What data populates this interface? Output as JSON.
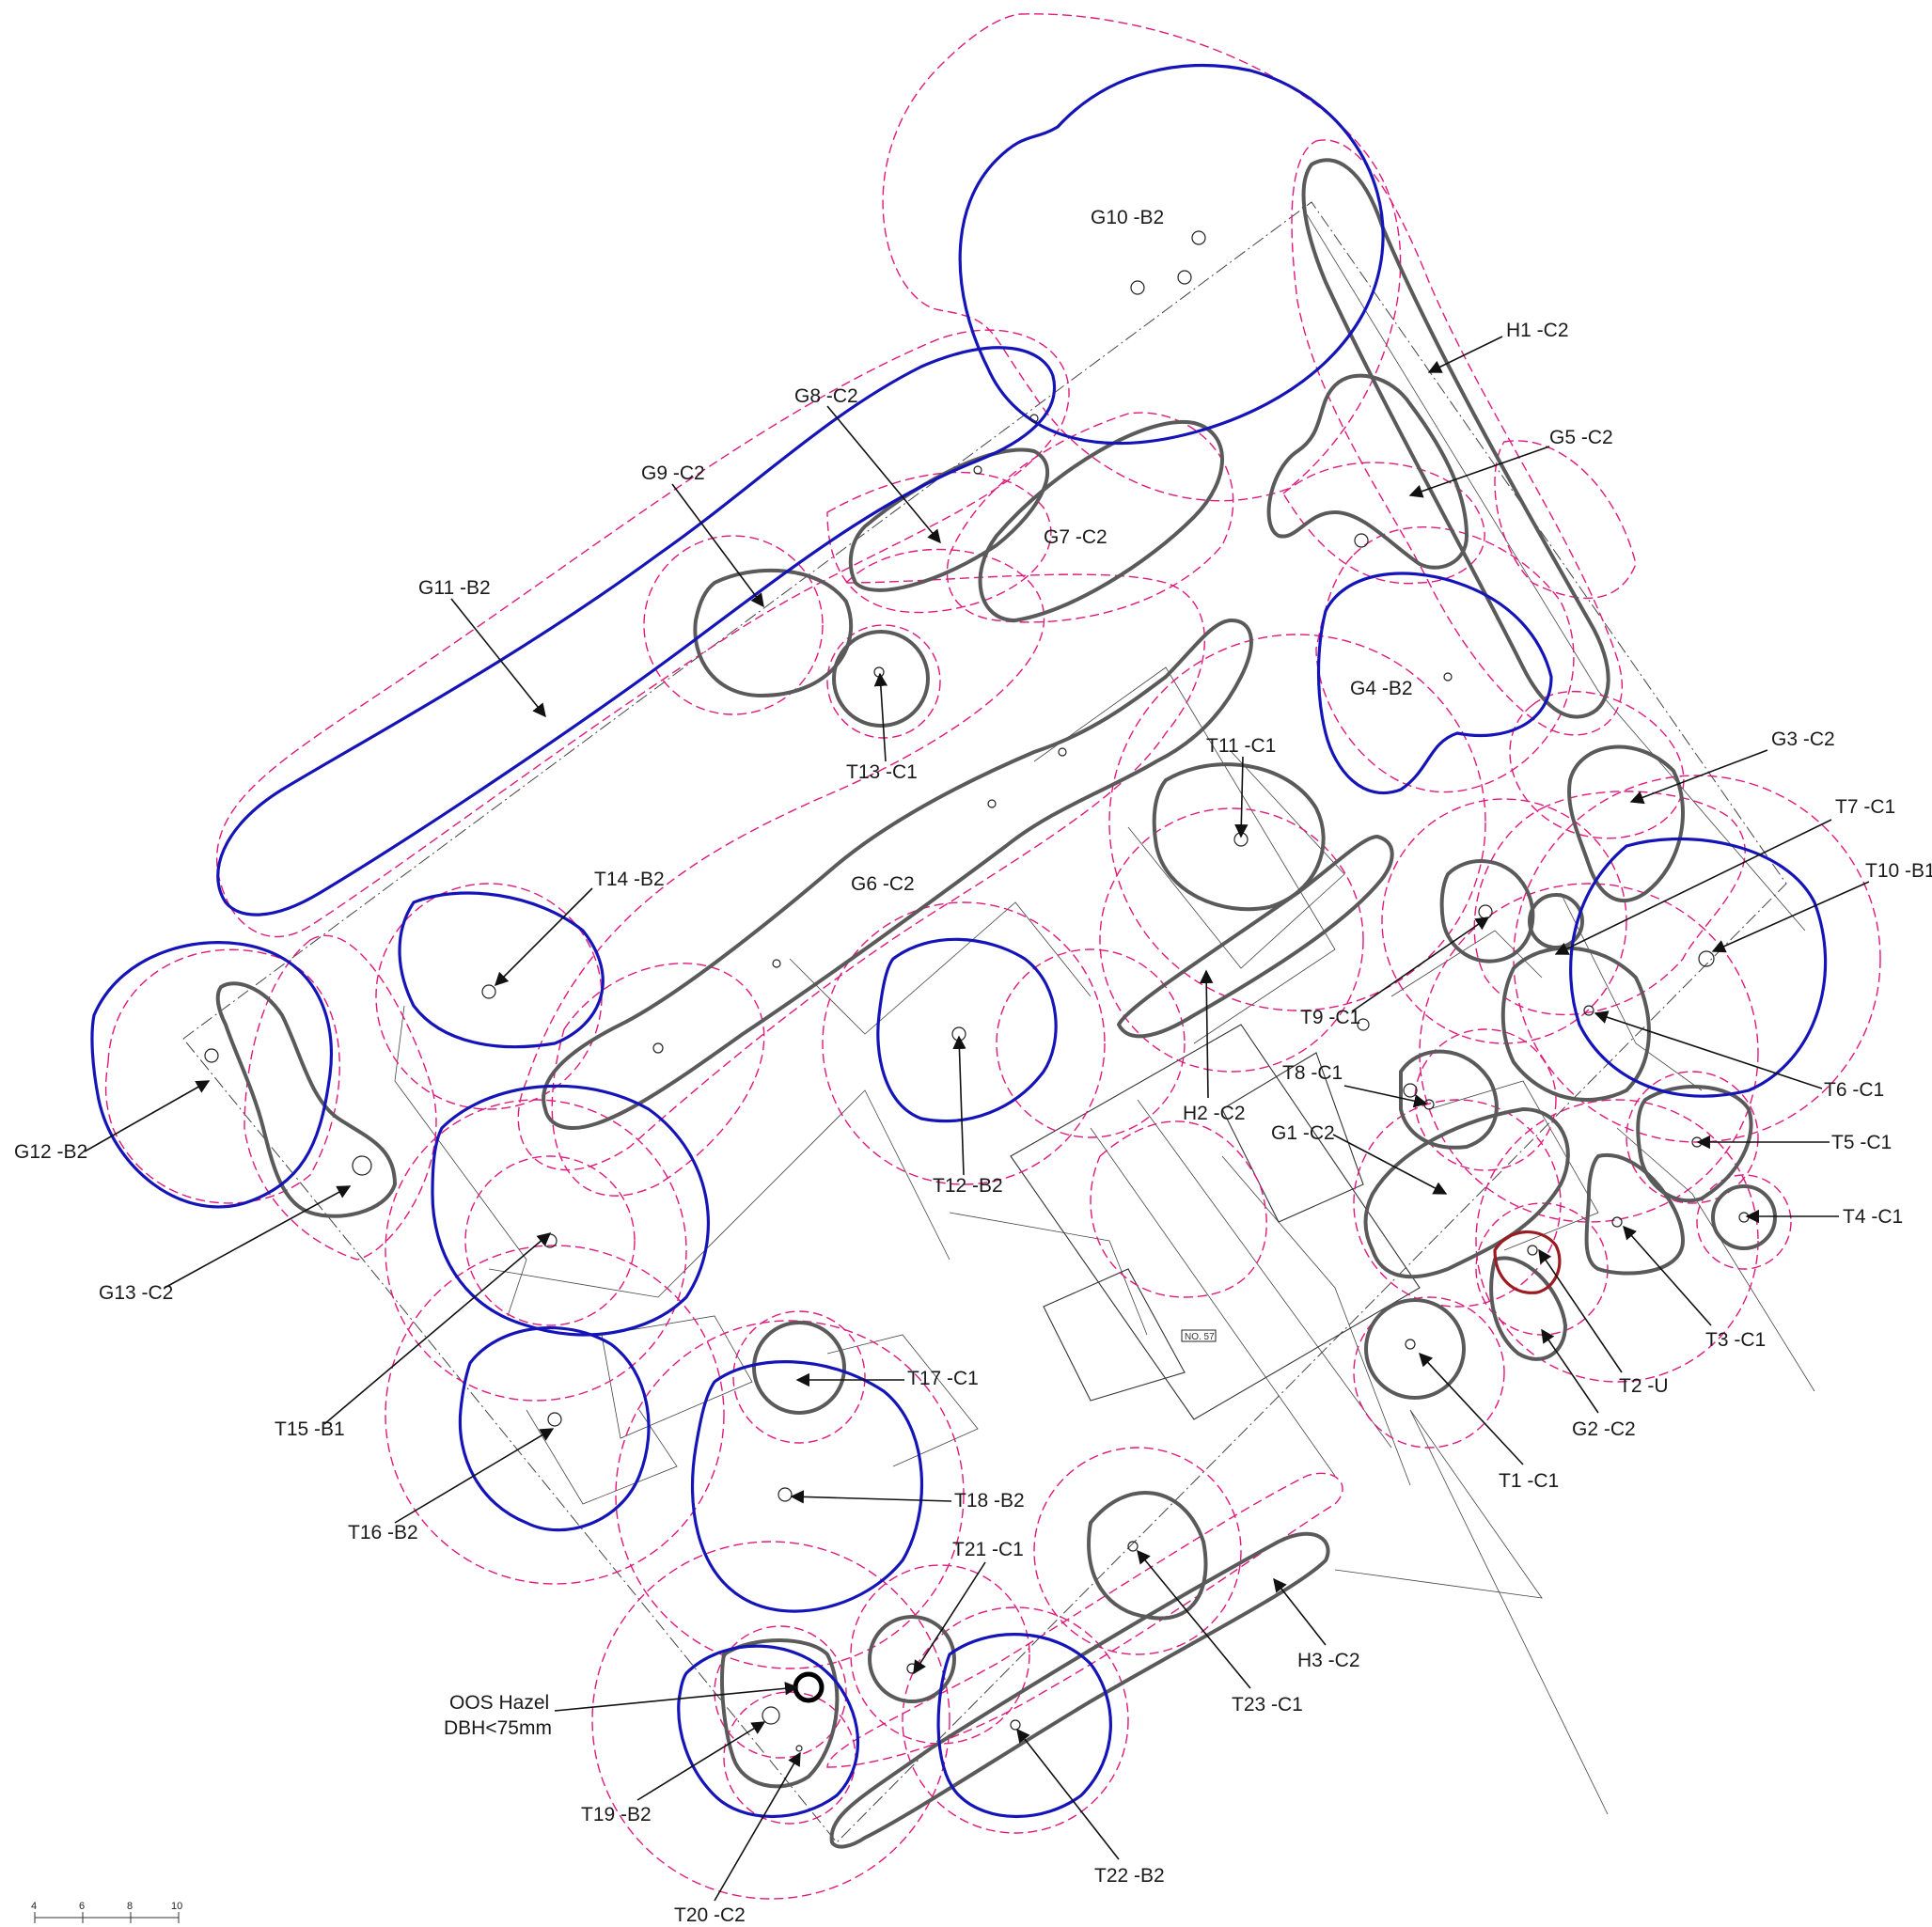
{
  "plan": {
    "labels": {
      "G10": "G10 -B2",
      "H1": "H1 -C2",
      "G8": "G8 -C2",
      "G5": "G5 -C2",
      "G9": "G9 -C2",
      "G7": "G7 -C2",
      "G11": "G11 -B2",
      "G4": "G4 -B2",
      "T13": "T13 -C1",
      "G3": "G3 -C2",
      "T11": "T11 -C1",
      "T7": "T7 -C1",
      "T10": "T10 -B1",
      "T14": "T14 -B2",
      "G6": "G6 -C2",
      "T9": "T9 -C1",
      "T6": "T6 -C1",
      "T8": "T8 -C1",
      "G12": "G12 -B2",
      "H2": "H2 -C2",
      "G1": "G1 -C2",
      "T5": "T5 -C1",
      "T12": "T12 -B2",
      "T4": "T4 -C1",
      "G13": "G13 -C2",
      "T3": "T3 -C1",
      "T17": "T17 -C1",
      "T2": "T2 -U",
      "T15": "T15 -B1",
      "G2": "G2 -C2",
      "T1": "T1 -C1",
      "T18": "T18 -B2",
      "T16": "T16 -B2",
      "T21": "T21 -C1",
      "H3": "H3 -C2",
      "T23": "T23 -C1",
      "OOS1": "OOS Hazel",
      "OOS2": "DBH<75mm",
      "T19": "T19 -B2",
      "T22": "T22 -B2",
      "T20": "T20 -C2"
    },
    "building_label": "NO. 57",
    "scale_ticks": [
      "4",
      "6",
      "8",
      "10"
    ],
    "colors": {
      "category_b": "#1414b8",
      "category_c": "#5a5a5a",
      "category_u": "#9b1b22",
      "rpa": "#e0197d"
    }
  }
}
